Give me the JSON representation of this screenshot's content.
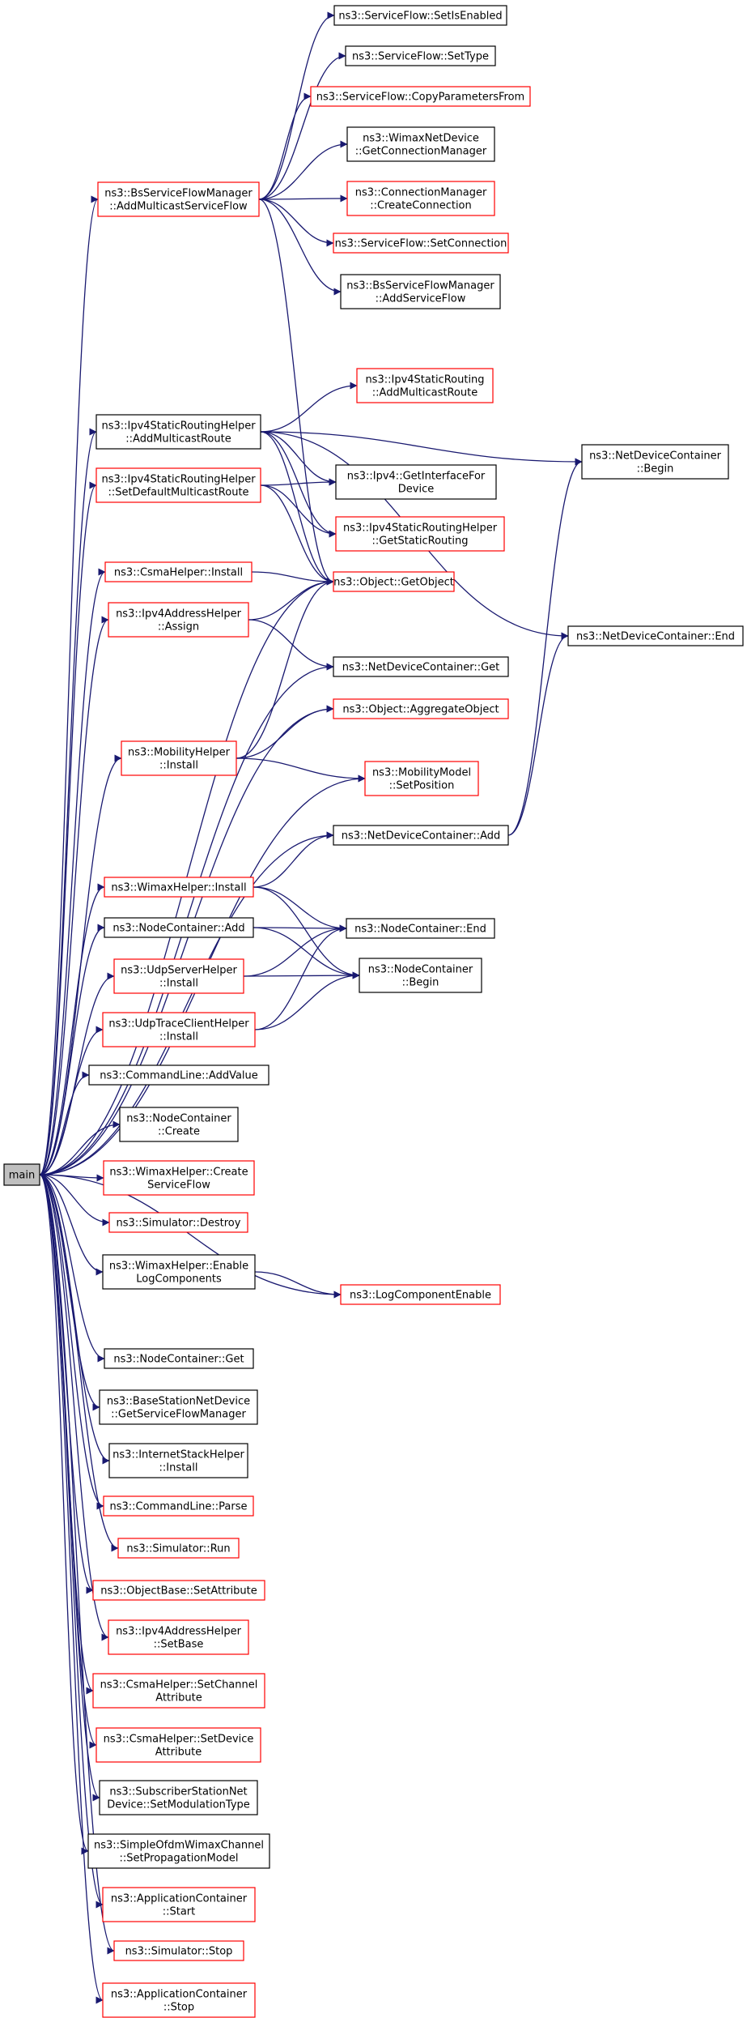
{
  "graph": {
    "root": {
      "id": "main",
      "label": "main"
    },
    "nodes": [
      {
        "id": "sf_isenabled",
        "lines": [
          "ns3::ServiceFlow::SetIsEnabled"
        ],
        "border": "black"
      },
      {
        "id": "sf_settype",
        "lines": [
          "ns3::ServiceFlow::SetType"
        ],
        "border": "black"
      },
      {
        "id": "sf_copy",
        "lines": [
          "ns3::ServiceFlow::CopyParametersFrom"
        ],
        "border": "red"
      },
      {
        "id": "wimax_getconn",
        "lines": [
          "ns3::WimaxNetDevice",
          "::GetConnectionManager"
        ],
        "border": "black"
      },
      {
        "id": "bsfm_addmc",
        "lines": [
          "ns3::BsServiceFlowManager",
          "::AddMulticastServiceFlow"
        ],
        "border": "red"
      },
      {
        "id": "connmgr_create",
        "lines": [
          "ns3::ConnectionManager",
          "::CreateConnection"
        ],
        "border": "red"
      },
      {
        "id": "sf_setconn",
        "lines": [
          "ns3::ServiceFlow::SetConnection"
        ],
        "border": "red"
      },
      {
        "id": "bsfm_addsf",
        "lines": [
          "ns3::BsServiceFlowManager",
          "::AddServiceFlow"
        ],
        "border": "black"
      },
      {
        "id": "ipv4sr_addmcroute",
        "lines": [
          "ns3::Ipv4StaticRouting",
          "::AddMulticastRoute"
        ],
        "border": "red"
      },
      {
        "id": "ipv4srh_addmcroute",
        "lines": [
          "ns3::Ipv4StaticRoutingHelper",
          "::AddMulticastRoute"
        ],
        "border": "black"
      },
      {
        "id": "ndc_begin",
        "lines": [
          "ns3::NetDeviceContainer",
          "::Begin"
        ],
        "border": "black"
      },
      {
        "id": "ipv4srh_setdefault",
        "lines": [
          "ns3::Ipv4StaticRoutingHelper",
          "::SetDefaultMulticastRoute"
        ],
        "border": "red"
      },
      {
        "id": "ipv4_getif",
        "lines": [
          "ns3::Ipv4::GetInterfaceFor",
          "Device"
        ],
        "border": "black"
      },
      {
        "id": "ipv4srh_getstatic",
        "lines": [
          "ns3::Ipv4StaticRoutingHelper",
          "::GetStaticRouting"
        ],
        "border": "red"
      },
      {
        "id": "csma_install",
        "lines": [
          "ns3::CsmaHelper::Install"
        ],
        "border": "red"
      },
      {
        "id": "obj_getobject",
        "lines": [
          "ns3::Object::GetObject"
        ],
        "border": "red"
      },
      {
        "id": "ipv4addr_assign",
        "lines": [
          "ns3::Ipv4AddressHelper",
          "::Assign"
        ],
        "border": "red"
      },
      {
        "id": "ndc_end",
        "lines": [
          "ns3::NetDeviceContainer::End"
        ],
        "border": "black"
      },
      {
        "id": "ndc_get",
        "lines": [
          "ns3::NetDeviceContainer::Get"
        ],
        "border": "black"
      },
      {
        "id": "obj_aggregate",
        "lines": [
          "ns3::Object::AggregateObject"
        ],
        "border": "red"
      },
      {
        "id": "mob_install",
        "lines": [
          "ns3::MobilityHelper",
          "::Install"
        ],
        "border": "red"
      },
      {
        "id": "mobmodel_setpos",
        "lines": [
          "ns3::MobilityModel",
          "::SetPosition"
        ],
        "border": "red"
      },
      {
        "id": "ndc_add",
        "lines": [
          "ns3::NetDeviceContainer::Add"
        ],
        "border": "black"
      },
      {
        "id": "wimax_install",
        "lines": [
          "ns3::WimaxHelper::Install"
        ],
        "border": "red"
      },
      {
        "id": "nc_add",
        "lines": [
          "ns3::NodeContainer::Add"
        ],
        "border": "black"
      },
      {
        "id": "nc_end",
        "lines": [
          "ns3::NodeContainer::End"
        ],
        "border": "black"
      },
      {
        "id": "udpserver_install",
        "lines": [
          "ns3::UdpServerHelper",
          "::Install"
        ],
        "border": "red"
      },
      {
        "id": "nc_begin",
        "lines": [
          "ns3::NodeContainer",
          "::Begin"
        ],
        "border": "black"
      },
      {
        "id": "udptrace_install",
        "lines": [
          "ns3::UdpTraceClientHelper",
          "::Install"
        ],
        "border": "red"
      },
      {
        "id": "cmd_addvalue",
        "lines": [
          "ns3::CommandLine::AddValue"
        ],
        "border": "black"
      },
      {
        "id": "nc_create",
        "lines": [
          "ns3::NodeContainer",
          "::Create"
        ],
        "border": "black"
      },
      {
        "id": "wimax_createsf",
        "lines": [
          "ns3::WimaxHelper::Create",
          "ServiceFlow"
        ],
        "border": "red"
      },
      {
        "id": "sim_destroy",
        "lines": [
          "ns3::Simulator::Destroy"
        ],
        "border": "red"
      },
      {
        "id": "wimax_enablelog",
        "lines": [
          "ns3::WimaxHelper::Enable",
          "LogComponents"
        ],
        "border": "black"
      },
      {
        "id": "logcomp_enable",
        "lines": [
          "ns3::LogComponentEnable"
        ],
        "border": "red"
      },
      {
        "id": "nc_get",
        "lines": [
          "ns3::NodeContainer::Get"
        ],
        "border": "black"
      },
      {
        "id": "bsnd_getsfm",
        "lines": [
          "ns3::BaseStationNetDevice",
          "::GetServiceFlowManager"
        ],
        "border": "black"
      },
      {
        "id": "ish_install",
        "lines": [
          "ns3::InternetStackHelper",
          "::Install"
        ],
        "border": "black"
      },
      {
        "id": "cmd_parse",
        "lines": [
          "ns3::CommandLine::Parse"
        ],
        "border": "red"
      },
      {
        "id": "sim_run",
        "lines": [
          "ns3::Simulator::Run"
        ],
        "border": "red"
      },
      {
        "id": "objbase_setattr",
        "lines": [
          "ns3::ObjectBase::SetAttribute"
        ],
        "border": "red"
      },
      {
        "id": "ipv4addr_setbase",
        "lines": [
          "ns3::Ipv4AddressHelper",
          "::SetBase"
        ],
        "border": "red"
      },
      {
        "id": "csma_setchattr",
        "lines": [
          "ns3::CsmaHelper::SetChannel",
          "Attribute"
        ],
        "border": "red"
      },
      {
        "id": "csma_setdevattr",
        "lines": [
          "ns3::CsmaHelper::SetDevice",
          "Attribute"
        ],
        "border": "red"
      },
      {
        "id": "ssnd_setmod",
        "lines": [
          "ns3::SubscriberStationNet",
          "Device::SetModulationType"
        ],
        "border": "black"
      },
      {
        "id": "sofdm_setprop",
        "lines": [
          "ns3::SimpleOfdmWimaxChannel",
          "::SetPropagationModel"
        ],
        "border": "black"
      },
      {
        "id": "app_start",
        "lines": [
          "ns3::ApplicationContainer",
          "::Start"
        ],
        "border": "red"
      },
      {
        "id": "sim_stop",
        "lines": [
          "ns3::Simulator::Stop"
        ],
        "border": "red"
      },
      {
        "id": "app_stop",
        "lines": [
          "ns3::ApplicationContainer",
          "::Stop"
        ],
        "border": "red"
      }
    ],
    "edges": [
      [
        "main",
        "bsfm_addmc"
      ],
      [
        "main",
        "ipv4srh_addmcroute"
      ],
      [
        "main",
        "ipv4srh_setdefault"
      ],
      [
        "main",
        "obj_getobject"
      ],
      [
        "main",
        "csma_install"
      ],
      [
        "main",
        "ipv4addr_assign"
      ],
      [
        "main",
        "ndc_get"
      ],
      [
        "main",
        "obj_aggregate"
      ],
      [
        "main",
        "mob_install"
      ],
      [
        "main",
        "mobmodel_setpos"
      ],
      [
        "main",
        "ndc_add"
      ],
      [
        "main",
        "wimax_install"
      ],
      [
        "main",
        "nc_add"
      ],
      [
        "main",
        "udpserver_install"
      ],
      [
        "main",
        "udptrace_install"
      ],
      [
        "main",
        "cmd_addvalue"
      ],
      [
        "main",
        "nc_create"
      ],
      [
        "main",
        "wimax_createsf"
      ],
      [
        "main",
        "sim_destroy"
      ],
      [
        "main",
        "wimax_enablelog"
      ],
      [
        "main",
        "logcomp_enable"
      ],
      [
        "main",
        "nc_get"
      ],
      [
        "main",
        "bsnd_getsfm"
      ],
      [
        "main",
        "ish_install"
      ],
      [
        "main",
        "cmd_parse"
      ],
      [
        "main",
        "sim_run"
      ],
      [
        "main",
        "objbase_setattr"
      ],
      [
        "main",
        "ipv4addr_setbase"
      ],
      [
        "main",
        "csma_setchattr"
      ],
      [
        "main",
        "csma_setdevattr"
      ],
      [
        "main",
        "ssnd_setmod"
      ],
      [
        "main",
        "sofdm_setprop"
      ],
      [
        "main",
        "app_start"
      ],
      [
        "main",
        "sim_stop"
      ],
      [
        "main",
        "app_stop"
      ],
      [
        "bsfm_addmc",
        "sf_isenabled"
      ],
      [
        "bsfm_addmc",
        "sf_settype"
      ],
      [
        "bsfm_addmc",
        "sf_copy"
      ],
      [
        "bsfm_addmc",
        "wimax_getconn"
      ],
      [
        "bsfm_addmc",
        "connmgr_create"
      ],
      [
        "bsfm_addmc",
        "sf_setconn"
      ],
      [
        "bsfm_addmc",
        "bsfm_addsf"
      ],
      [
        "bsfm_addmc",
        "obj_getobject"
      ],
      [
        "ipv4srh_addmcroute",
        "ipv4sr_addmcroute"
      ],
      [
        "ipv4srh_addmcroute",
        "ndc_begin"
      ],
      [
        "ipv4srh_addmcroute",
        "ndc_end"
      ],
      [
        "ipv4srh_addmcroute",
        "ipv4_getif"
      ],
      [
        "ipv4srh_addmcroute",
        "ipv4srh_getstatic"
      ],
      [
        "ipv4srh_addmcroute",
        "obj_getobject"
      ],
      [
        "ipv4srh_setdefault",
        "ipv4_getif"
      ],
      [
        "ipv4srh_setdefault",
        "ipv4srh_getstatic"
      ],
      [
        "ipv4srh_setdefault",
        "obj_getobject"
      ],
      [
        "csma_install",
        "obj_getobject"
      ],
      [
        "ipv4addr_assign",
        "obj_getobject"
      ],
      [
        "ipv4addr_assign",
        "ndc_get"
      ],
      [
        "mob_install",
        "obj_getobject"
      ],
      [
        "mob_install",
        "obj_aggregate"
      ],
      [
        "mob_install",
        "mobmodel_setpos"
      ],
      [
        "ndc_add",
        "ndc_begin"
      ],
      [
        "ndc_add",
        "ndc_end"
      ],
      [
        "wimax_install",
        "ndc_add"
      ],
      [
        "wimax_install",
        "nc_end"
      ],
      [
        "wimax_install",
        "nc_begin"
      ],
      [
        "nc_add",
        "nc_end"
      ],
      [
        "nc_add",
        "nc_begin"
      ],
      [
        "udpserver_install",
        "nc_end"
      ],
      [
        "udpserver_install",
        "nc_begin"
      ],
      [
        "udptrace_install",
        "nc_end"
      ],
      [
        "udptrace_install",
        "nc_begin"
      ],
      [
        "wimax_enablelog",
        "logcomp_enable"
      ]
    ]
  }
}
